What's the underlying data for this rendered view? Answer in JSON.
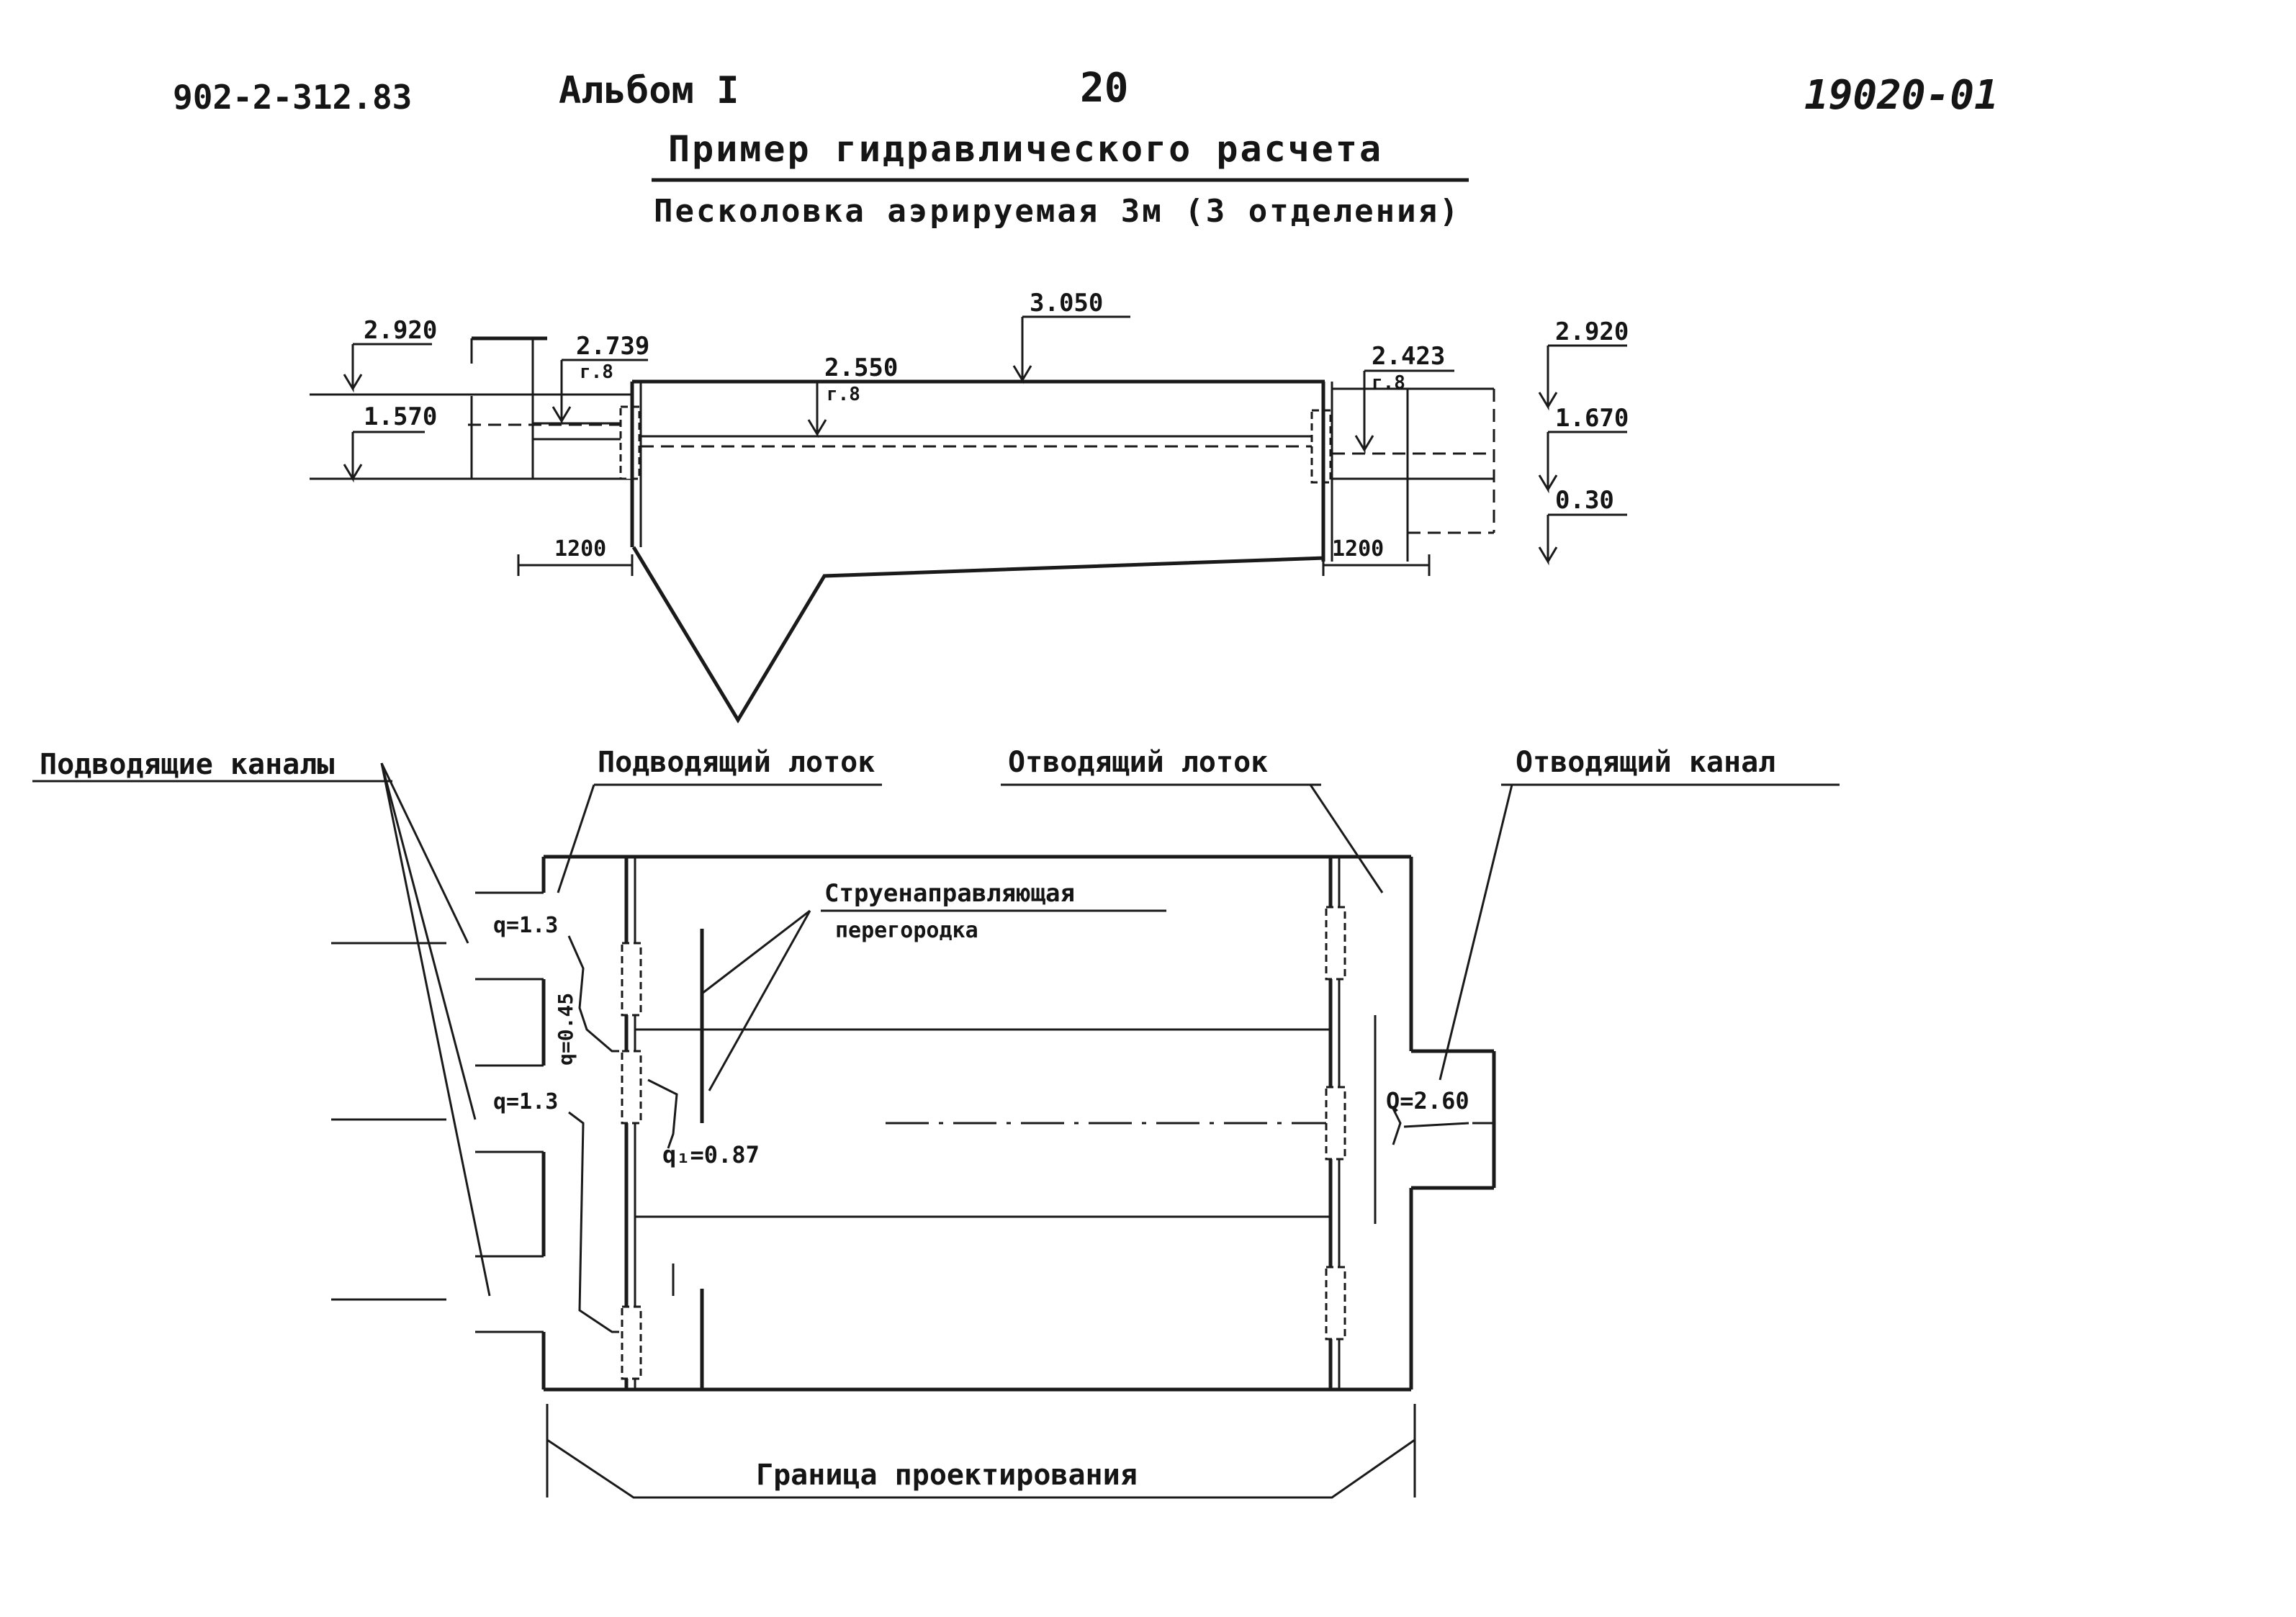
{
  "header": {
    "project_code": "902-2-312.83",
    "album": "Альбом I",
    "sheet_number": "20",
    "doc_number": "19020-01",
    "title": "Пример гидравлического расчета",
    "subtitle": "Песколовка аэрируемая 3м (3 отделения)"
  },
  "profile": {
    "marks": {
      "inlet_top": "2.920",
      "inlet_bottom": "1.570",
      "inlet_channel_level": "2.739",
      "inlet_slope_1": "г.8",
      "basin_level": "2.550",
      "basin_slope": "г.8",
      "basin_top": "3.050",
      "outlet_level": "2.423",
      "outlet_slope": "г.8",
      "outlet_top": "2.920",
      "outlet_mid": "1.670",
      "outlet_bottom": "0.30"
    },
    "widths": {
      "inlet_tray": "1200",
      "outlet_tray": "1200"
    }
  },
  "plan": {
    "labels": {
      "inlet_channels": "Подводящие каналы",
      "inlet_tray": "Подводящий лоток",
      "outlet_tray": "Отводящий лоток",
      "outlet_channel": "Отводящий канал",
      "baffle_1": "Струенаправляющая",
      "baffle_2": "перегородка",
      "design_boundary": "Граница проектирования"
    },
    "flows": {
      "q_in_top": "q=1.3",
      "q_in_mid": "q=1.3",
      "q_tray": "q=0.45",
      "q_section": "q₁=0.87",
      "q_out": "Q=2.60"
    }
  }
}
